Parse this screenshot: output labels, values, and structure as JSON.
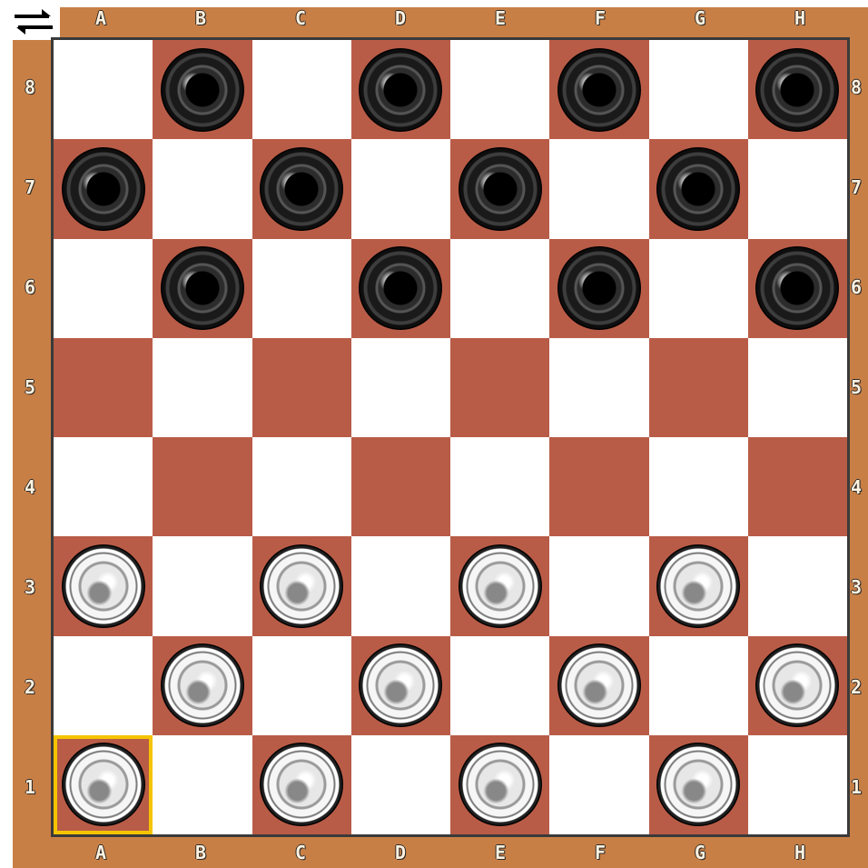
{
  "colors": {
    "dark_square": "#b95c47",
    "light_square": "#ffffff",
    "frame": "#c87f45",
    "selection": "#f5c400"
  },
  "toolbar": {
    "flip_icon": "swap-arrows-icon"
  },
  "board": {
    "files": [
      "A",
      "B",
      "C",
      "D",
      "E",
      "F",
      "G",
      "H"
    ],
    "ranks": [
      "8",
      "7",
      "6",
      "5",
      "4",
      "3",
      "2",
      "1"
    ],
    "selected_square": "A1",
    "pieces": [
      {
        "square": "B8",
        "color": "black"
      },
      {
        "square": "D8",
        "color": "black"
      },
      {
        "square": "F8",
        "color": "black"
      },
      {
        "square": "H8",
        "color": "black"
      },
      {
        "square": "A7",
        "color": "black"
      },
      {
        "square": "C7",
        "color": "black"
      },
      {
        "square": "E7",
        "color": "black"
      },
      {
        "square": "G7",
        "color": "black"
      },
      {
        "square": "B6",
        "color": "black"
      },
      {
        "square": "D6",
        "color": "black"
      },
      {
        "square": "F6",
        "color": "black"
      },
      {
        "square": "H6",
        "color": "black"
      },
      {
        "square": "A3",
        "color": "white"
      },
      {
        "square": "C3",
        "color": "white"
      },
      {
        "square": "E3",
        "color": "white"
      },
      {
        "square": "G3",
        "color": "white"
      },
      {
        "square": "B2",
        "color": "white"
      },
      {
        "square": "D2",
        "color": "white"
      },
      {
        "square": "F2",
        "color": "white"
      },
      {
        "square": "H2",
        "color": "white"
      },
      {
        "square": "A1",
        "color": "white"
      },
      {
        "square": "C1",
        "color": "white"
      },
      {
        "square": "E1",
        "color": "white"
      },
      {
        "square": "G1",
        "color": "white"
      }
    ]
  }
}
